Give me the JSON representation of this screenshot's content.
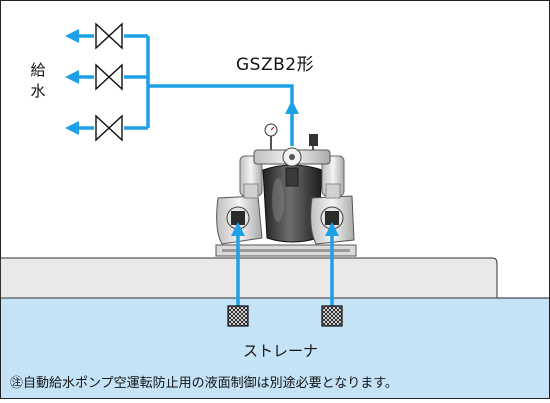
{
  "diagram": {
    "model_label": "GSZB2形",
    "supply_label": "給水",
    "strainer_label": "ストレーナ",
    "note": "㊟自動給水ポンプ空運転防止用の液面制御は別途必要となります。"
  },
  "colors": {
    "pipe": "#1ea0e6",
    "tank_water": "#c5e3f7",
    "ground": "#e9e9e9",
    "outline": "#333333"
  },
  "icons": {
    "valve": "gate-valve-icon",
    "strainer": "strainer-icon",
    "pump": "pump-unit-icon"
  }
}
